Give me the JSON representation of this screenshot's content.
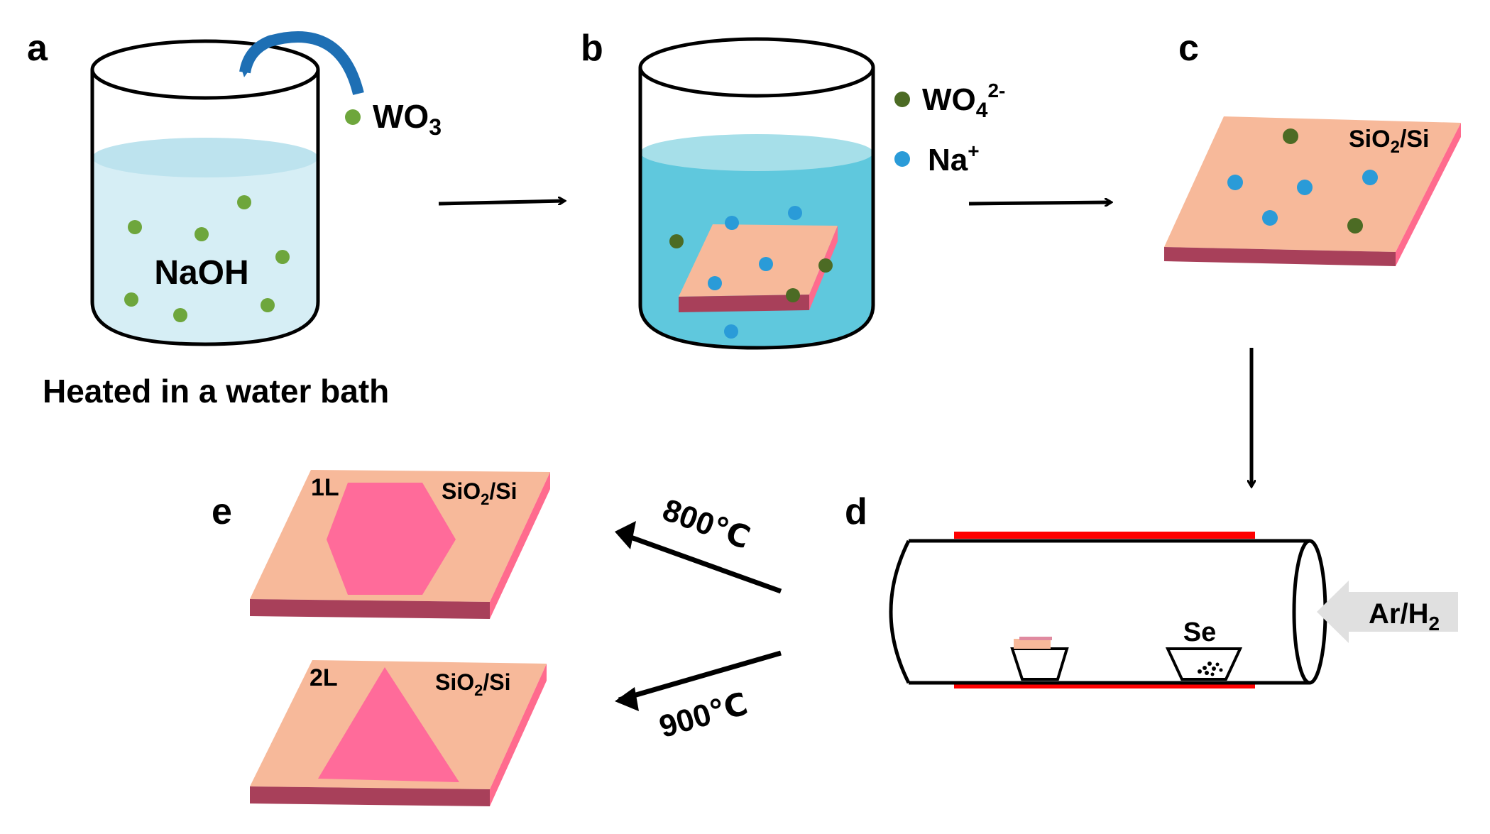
{
  "panels": {
    "a": "a",
    "b": "b",
    "c": "c",
    "d": "d",
    "e": "e"
  },
  "panel_a": {
    "solution": "NaOH",
    "legend_reagent": {
      "label": "WO",
      "sub": "3"
    },
    "caption": "Heated in a water bath"
  },
  "panel_b": {
    "legend_tungstate": {
      "label": "WO",
      "sub": "4",
      "sup": "2-"
    },
    "legend_sodium": {
      "label": "Na",
      "sup": "+"
    }
  },
  "substrate_label": {
    "label": "SiO",
    "sub": "2",
    "tail": "/Si"
  },
  "panel_d": {
    "precursor": "Se",
    "gas": {
      "label": "Ar/H",
      "sub": "2"
    }
  },
  "temperatures": {
    "upper": "800℃",
    "lower": "900℃"
  },
  "panel_e": {
    "monolayer": "1L",
    "bilayer": "2L"
  },
  "colors": {
    "substrate_top": "#f7b99a",
    "substrate_side": "#a8405a",
    "substrate_edge": "#ff6b8e",
    "crystal": "#ff6b9a",
    "tungstate_dot": "#4c6b24",
    "wo3_dot": "#6ea63c",
    "sodium_dot": "#2a9bd8",
    "solution_a": "#d6eef5",
    "solution_b": "#5fc8dd",
    "heater": "#ff0000",
    "gas_arrow": "#e0e0e0",
    "curved_arrow": "#1e6fb4"
  }
}
